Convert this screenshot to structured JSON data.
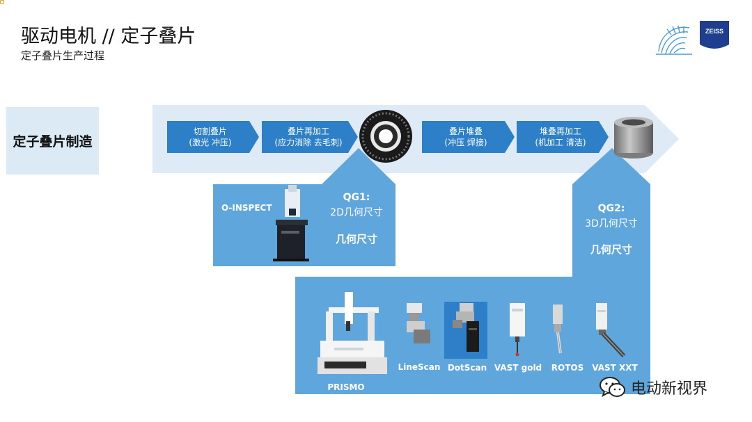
{
  "header": {
    "title": "驱动电机 // 定子叠片",
    "subtitle": "定子叠片生产过程"
  },
  "logos": [
    "swirl-logo",
    "zeiss-logo"
  ],
  "brand_logo_text": "ZEISS",
  "category": "定子叠片制造",
  "process_steps": [
    {
      "line1": "切割叠片",
      "line2": "(激光 冲压)"
    },
    {
      "line1": "叠片再加工",
      "line2": "(应力消除 去毛刺)"
    },
    {
      "line1": "叠片堆叠",
      "line2": "(冲压 焊接)"
    },
    {
      "line1": "堆叠再加工",
      "line2": "(机加工 清洁)"
    }
  ],
  "qg1": {
    "code": "QG1:",
    "desc": "2D几何尺寸",
    "emph": "几何尺寸",
    "machine": "O-INSPECT"
  },
  "qg2": {
    "code": "QG2:",
    "desc": "3D几何尺寸",
    "emph": "几何尺寸"
  },
  "products": [
    "PRISMO",
    "LineScan",
    "DotScan",
    "VAST gold",
    "ROTOS",
    "VAST XXT"
  ],
  "watermark": "电动新视界",
  "colors": {
    "band": "#deebf6",
    "step": "#2d7fc8",
    "panel": "#5ea6dc",
    "category_bg": "#dbeaf4",
    "brand": "#1f3e8f"
  }
}
